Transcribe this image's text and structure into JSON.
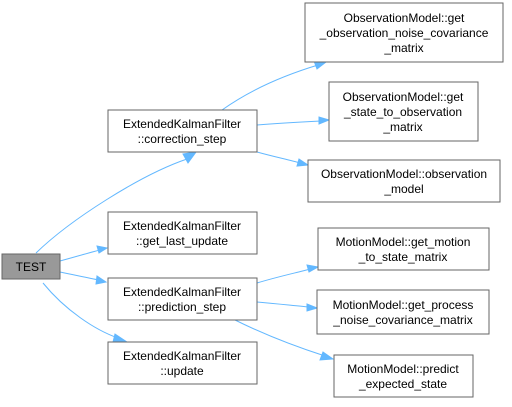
{
  "nodes": {
    "test": [
      "TEST"
    ],
    "ekf_correction_step": [
      "ExtendedKalmanFilter",
      "::correction_step"
    ],
    "ekf_get_last_update": [
      "ExtendedKalmanFilter",
      "::get_last_update"
    ],
    "ekf_prediction_step": [
      "ExtendedKalmanFilter",
      "::prediction_step"
    ],
    "ekf_update": [
      "ExtendedKalmanFilter",
      "::update"
    ],
    "om_get_observation_noise_covariance_matrix": [
      "ObservationModel::get",
      "_observation_noise_covariance",
      "_matrix"
    ],
    "om_get_state_to_observation_matrix": [
      "ObservationModel::get",
      "_state_to_observation",
      "_matrix"
    ],
    "om_observation_model": [
      "ObservationModel::observation",
      "_model"
    ],
    "mm_get_motion_to_state_matrix": [
      "MotionModel::get_motion",
      "_to_state_matrix"
    ],
    "mm_get_process_noise_covariance_matrix": [
      "MotionModel::get_process",
      "_noise_covariance_matrix"
    ],
    "mm_predict_expected_state": [
      "MotionModel::predict",
      "_expected_state"
    ]
  },
  "colors": {
    "edge": "#63b8ff",
    "node_border": "#666666",
    "root_fill": "#999999",
    "node_fill": "#ffffff"
  }
}
